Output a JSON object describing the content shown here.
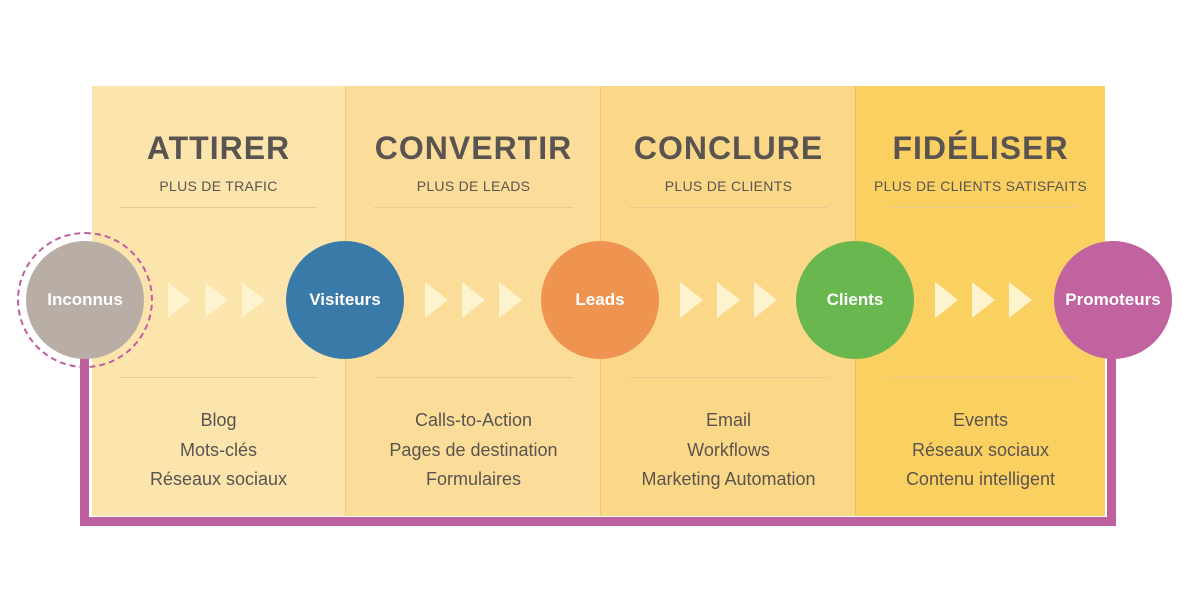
{
  "stages": [
    {
      "title": "ATTIRER",
      "subtitle": "PLUS DE TRAFIC",
      "items": [
        "Blog",
        "Mots-clés",
        "Réseaux sociaux"
      ]
    },
    {
      "title": "CONVERTIR",
      "subtitle": "PLUS DE LEADS",
      "items": [
        "Calls-to-Action",
        "Pages de destination",
        "Formulaires"
      ]
    },
    {
      "title": "CONCLURE",
      "subtitle": "PLUS DE CLIENTS",
      "items": [
        "Email",
        "Workflows",
        "Marketing Automation"
      ]
    },
    {
      "title": "FIDÉLISER",
      "subtitle": "PLUS DE CLIENTS SATISFAITS",
      "items": [
        "Events",
        "Réseaux sociaux",
        "Contenu intelligent"
      ]
    }
  ],
  "nodes": [
    {
      "label": "Inconnus",
      "color": "#b8aea5"
    },
    {
      "label": "Visiteurs",
      "color": "#3a7aa9"
    },
    {
      "label": "Leads",
      "color": "#ee9450"
    },
    {
      "label": "Clients",
      "color": "#68b84f"
    },
    {
      "label": "Promoteurs",
      "color": "#c0639f"
    }
  ],
  "colors": {
    "loop": "#bf609e",
    "arrow": "#fef3cf",
    "text": "#5a5450"
  }
}
